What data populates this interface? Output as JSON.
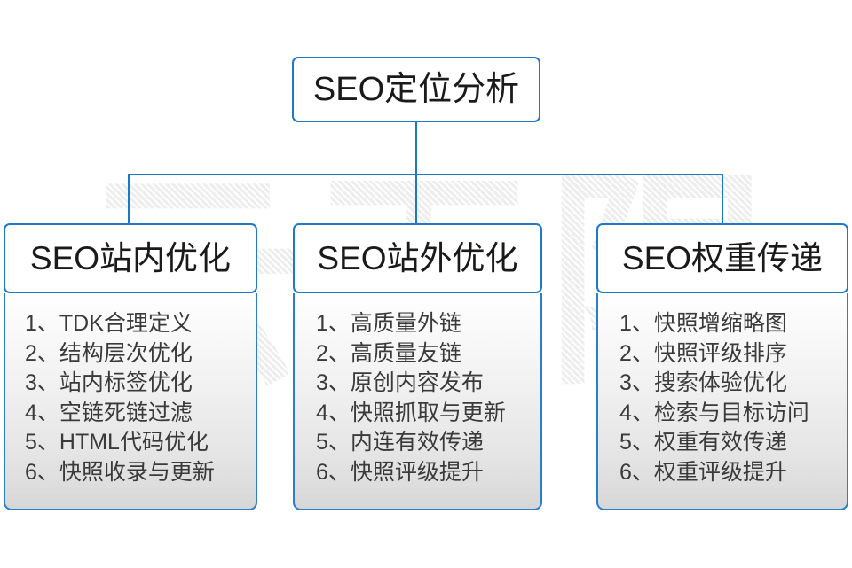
{
  "watermark": {
    "text": "云无限"
  },
  "colors": {
    "border": "#2079c8",
    "connector": "#1b77c8",
    "title_text": "#1a1a1a",
    "list_text": "#3a3a3a",
    "body_gradient_top": "#ffffff",
    "body_gradient_bottom": "#d6d6d6"
  },
  "root": {
    "label": "SEO定位分析"
  },
  "columns": [
    {
      "header": "SEO站内优化",
      "items": [
        "1、TDK合理定义",
        "2、结构层次优化",
        "3、站内标签优化",
        "4、空链死链过滤",
        "5、HTML代码优化",
        "6、快照收录与更新"
      ]
    },
    {
      "header": "SEO站外优化",
      "items": [
        "1、高质量外链",
        "2、高质量友链",
        "3、原创内容发布",
        "4、快照抓取与更新",
        "5、内连有效传递",
        "6、快照评级提升"
      ]
    },
    {
      "header": "SEO权重传递",
      "items": [
        "1、快照增缩略图",
        "2、快照评级排序",
        "3、搜索体验优化",
        "4、检索与目标访问",
        "5、权重有效传递",
        "6、权重评级提升"
      ]
    }
  ]
}
